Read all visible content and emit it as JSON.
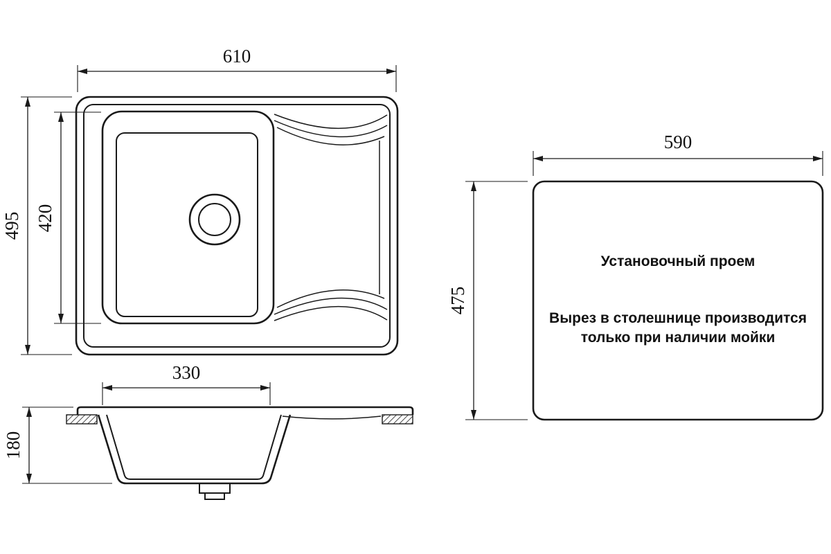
{
  "diagram": {
    "type": "technical-drawing",
    "subject": "kitchen-sink-with-installation-cutout",
    "line_color": "#1a1a1a",
    "background_color": "#ffffff",
    "dimensions": {
      "overall_width": "610",
      "overall_depth": "495",
      "bowl_depth": "420",
      "bowl_opening_width": "330",
      "bowl_height": "180",
      "cutout_width": "590",
      "cutout_height": "475"
    },
    "cutout": {
      "label": "Установочный проем",
      "note_line1": "Вырез в столешнице производится",
      "note_line2": "только при наличии мойки"
    }
  }
}
